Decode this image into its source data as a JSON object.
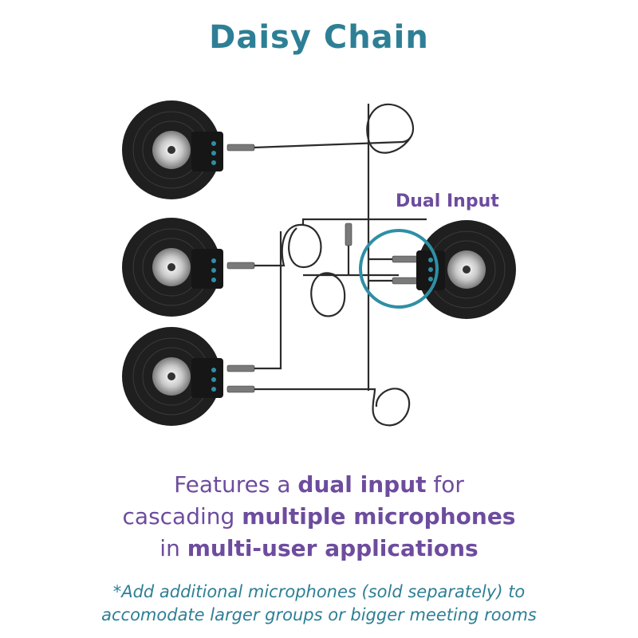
{
  "title": "Daisy Chain",
  "callout": "Dual Input",
  "headline": {
    "line1": {
      "pre": "Features a ",
      "bold": "dual input",
      "post": " for"
    },
    "line2": {
      "pre": "cascading ",
      "bold": "multiple microphones"
    },
    "line3": {
      "pre": "in ",
      "bold": "multi-user applications"
    }
  },
  "footnote": {
    "line1": "*Add additional microphones (sold separately) to",
    "line2": "accomodate larger groups or bigger meeting rooms"
  },
  "colors": {
    "title": "#2e7f95",
    "text": "#6d4c9e",
    "callout_ring": "#2e8fa6",
    "disc": "#1f1f1f",
    "disc_groove": "#3a3a3a",
    "center": "#b9b9b9",
    "cable": "#2b2b2b"
  }
}
